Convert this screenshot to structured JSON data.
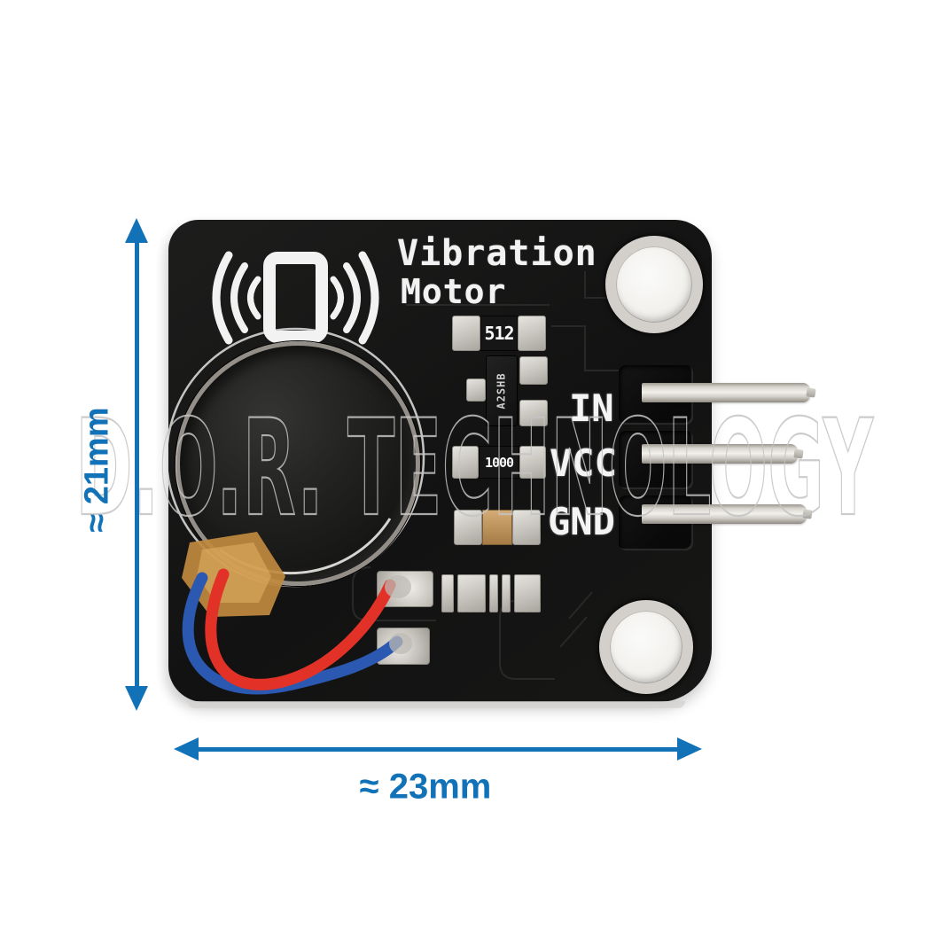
{
  "photo": {
    "watermark": "D.O.R. TECHNOLOGY",
    "board": {
      "title_line1": "Vibration",
      "title_line2": "Motor",
      "icon": "phone-vibration-icon",
      "pin_labels": [
        "IN",
        "VCC",
        "GND"
      ],
      "markings": {
        "resistor_top": "512",
        "transistor": "A2SHB",
        "resistor_mid": "1000"
      }
    },
    "annotations": {
      "height_label": "≈ 21mm",
      "width_label": "≈ 23mm"
    },
    "colors": {
      "annotation_blue": "#1272b8",
      "pcb_black": "#141414",
      "silkscreen_white": "#f2f2f2",
      "wire_red": "#e23228",
      "wire_blue": "#2b58b0",
      "capacitor_body_tan": "#c49a66",
      "pin_silver": "#d6d3cc",
      "kapton_tape_amber": "#c89548",
      "watermark_gray": "#c4c4c4"
    }
  }
}
